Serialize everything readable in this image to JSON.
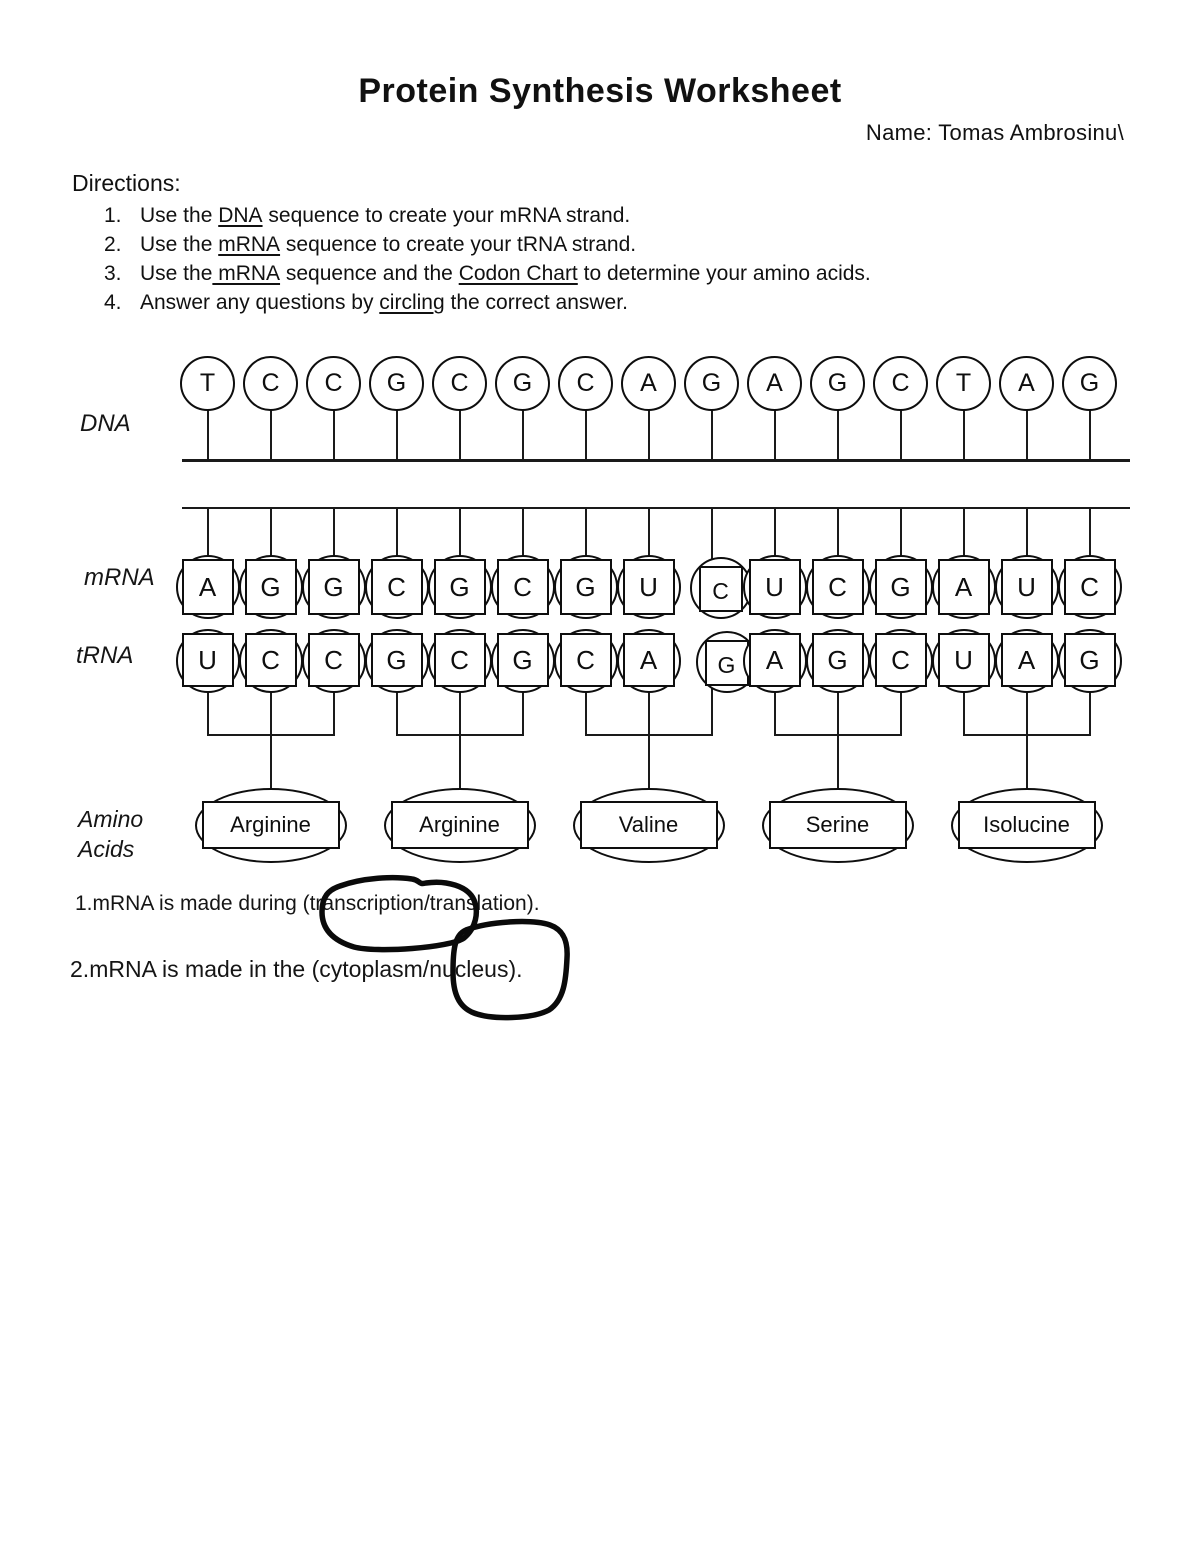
{
  "header": {
    "title": "Protein Synthesis Worksheet",
    "name": "Name: Tomas Ambrosinu\\"
  },
  "directions": {
    "heading": "Directions:",
    "items": [
      {
        "num": "1.",
        "pre": "Use the ",
        "u1": "DNA",
        "mid": "",
        "u2": "",
        "post": " sequence to create your mRNA strand."
      },
      {
        "num": "2.",
        "pre": "Use the ",
        "u1": "mRNA",
        "mid": "",
        "u2": "",
        "post": " sequence to create your tRNA strand."
      },
      {
        "num": "3.",
        "pre": "Use the",
        "u1": " mRNA",
        "mid": " sequence and the ",
        "u2": "Codon Chart",
        "post": " to determine your amino acids."
      },
      {
        "num": "4.",
        "pre": "Answer any questions by ",
        "u1": "circling",
        "mid": "",
        "u2": "",
        "post": " the correct answer."
      }
    ]
  },
  "diagram": {
    "labels": {
      "dna": "DNA",
      "mrna": "mRNA",
      "trna": "tRNA",
      "amino1": "Amino",
      "amino2": "Acids"
    },
    "dna": [
      "T",
      "C",
      "C",
      "G",
      "C",
      "G",
      "C",
      "A",
      "G",
      "A",
      "G",
      "C",
      "T",
      "A",
      "G"
    ],
    "mrna": [
      "A",
      "G",
      "G",
      "C",
      "G",
      "C",
      "G",
      "U",
      "C",
      "U",
      "C",
      "G",
      "A",
      "U",
      "C"
    ],
    "trna": [
      "U",
      "C",
      "C",
      "G",
      "C",
      "G",
      "C",
      "A",
      "G",
      "A",
      "G",
      "C",
      "U",
      "A",
      "G"
    ],
    "mrna_hand_circled_index": 8,
    "trna_hand_circled_index": 8,
    "amino_acids": [
      "Arginine",
      "Arginine",
      "Valine",
      "Serine",
      "Isolucine"
    ]
  },
  "questions": [
    {
      "num": "1.",
      "text": "mRNA is made during (transcription/translation).",
      "circled_answer": "transcription"
    },
    {
      "num": "2.",
      "text": "mRNA is made in the (cytoplasm/nucleus).",
      "circled_answer": "nucleus"
    }
  ]
}
